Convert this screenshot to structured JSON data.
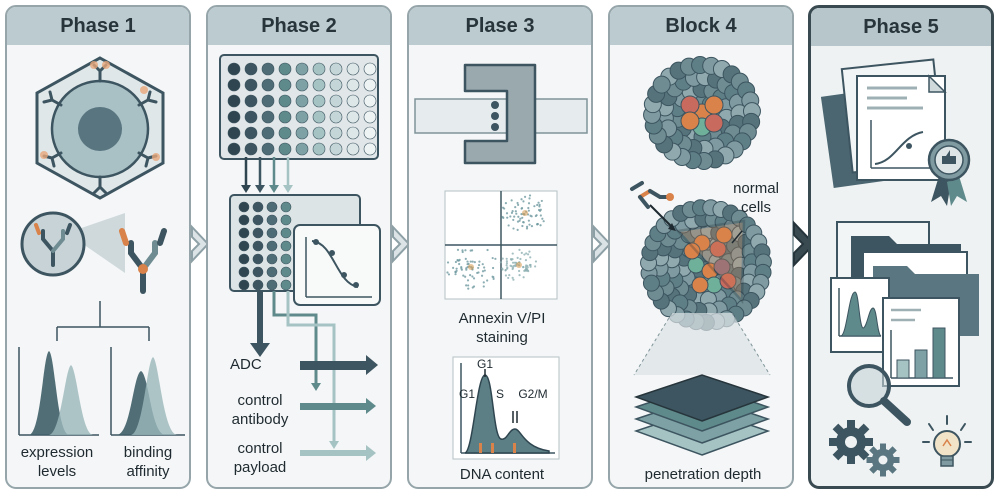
{
  "phases": [
    {
      "title": "Phase 1",
      "labels": {
        "expression": "expression\nlevels",
        "binding": "binding\naffinity"
      }
    },
    {
      "title": "Phase 2",
      "labels": {
        "adc": "ADC",
        "control_antibody": "control\nantibody",
        "control_payload": "control\npayload"
      }
    },
    {
      "title": "Plase 3",
      "labels": {
        "annexin": "Annexin V/PI\nstaining",
        "dna": "DNA content",
        "g1_top": "G1",
        "g1": "G1",
        "s": "S",
        "g2m": "G2/M"
      }
    },
    {
      "title": "Block 4",
      "labels": {
        "normal_cells": "normal\ncells",
        "penetration": "penetration depth"
      }
    },
    {
      "title": "Phase 5"
    }
  ],
  "colors": {
    "dark_slate": "#3d5560",
    "teal": "#5f8a8b",
    "light_teal": "#a6c3c4",
    "orange": "#d9824a",
    "panel_bg": "#f4f6f7",
    "header_bg": "#bccbcf"
  }
}
